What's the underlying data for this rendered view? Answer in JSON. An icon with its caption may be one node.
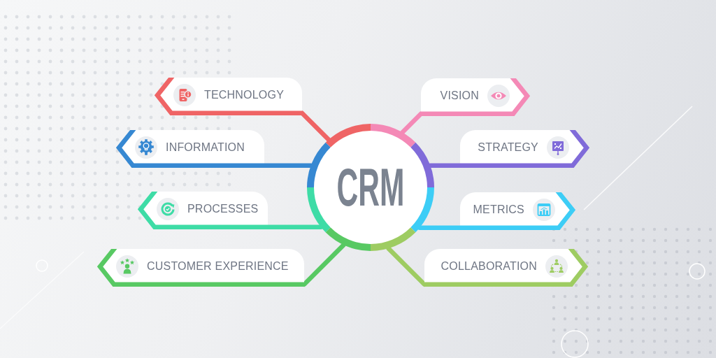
{
  "diagram": {
    "nodes": [
      {
        "text": [
          "TECHNOLOGY"
        ]
      },
      {
        "text": [
          "VISION"
        ]
      },
      {
        "text": [
          "INFORMATION"
        ]
      },
      {
        "text": [
          "STRATEGY"
        ]
      },
      {
        "text": [
          "CRM"
        ]
      },
      {
        "text": [
          "PROCESSES"
        ]
      },
      {
        "text": [
          "METRICS"
        ]
      },
      {
        "text": [
          "CUSTOMER EXPERIENCE"
        ]
      },
      {
        "text": [
          "COLLABORATION"
        ]
      }
    ],
    "edges": [
      {
        "from": 0,
        "to": 4,
        "arrow": "none",
        "color": "#ef6465"
      },
      {
        "from": 1,
        "to": 4,
        "arrow": "none",
        "color": "#f489b6"
      },
      {
        "from": 2,
        "to": 4,
        "arrow": "none",
        "color": "#3688d2"
      },
      {
        "from": 3,
        "to": 4,
        "arrow": "none",
        "color": "#806bd9"
      },
      {
        "from": 5,
        "to": 4,
        "arrow": "none",
        "color": "#3edca6"
      },
      {
        "from": 6,
        "to": 4,
        "arrow": "none",
        "color": "#3dcdf6"
      },
      {
        "from": 7,
        "to": 4,
        "arrow": "none",
        "color": "#58c963"
      },
      {
        "from": 8,
        "to": 4,
        "arrow": "none",
        "color": "#9ecc62"
      }
    ]
  }
}
